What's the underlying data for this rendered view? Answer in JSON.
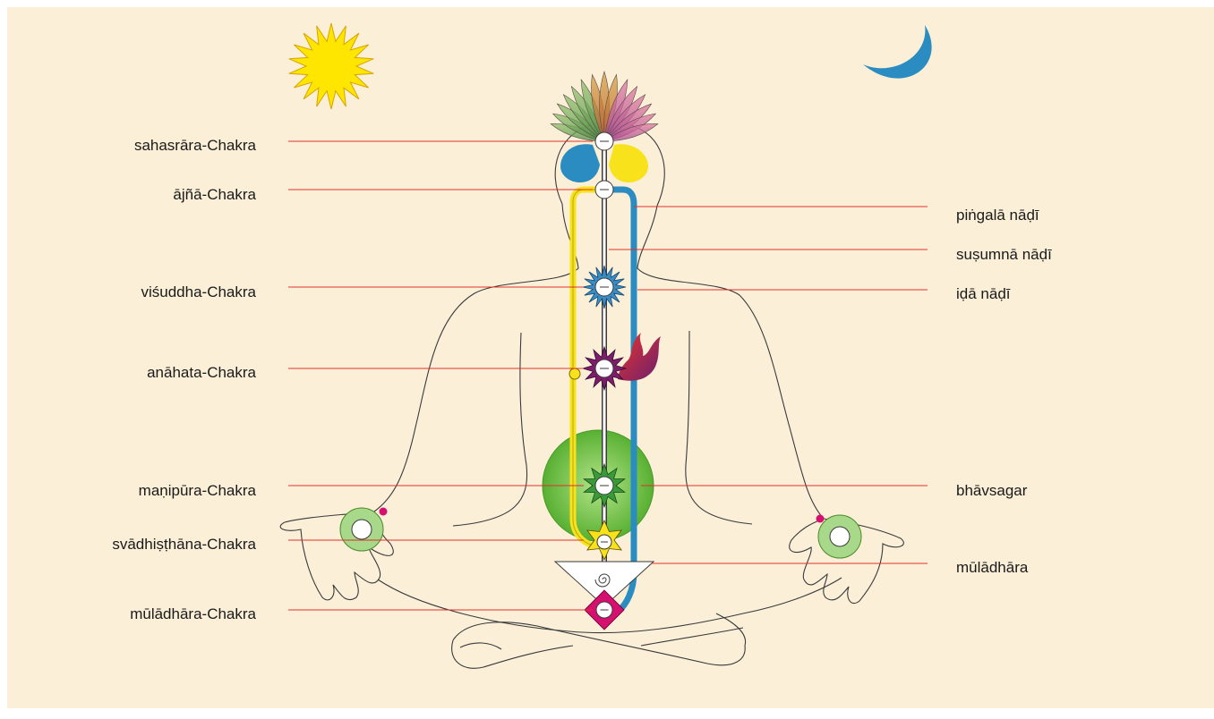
{
  "colors": {
    "background": "#fbefd8",
    "leader_line": "#e0302c",
    "pingala": "#f7e21c",
    "ida": "#2a8cc0",
    "sun": "#ffe600",
    "moon": "#2a8cc0",
    "bhavsagar": "#6cbf3f",
    "muladhara_square": "#d6106f",
    "anahata": "#7a1f68",
    "vishuddha": "#3a8cc4",
    "manipura": "#3a9a3a"
  },
  "icons": {
    "sun": "sun-icon",
    "moon": "crescent-moon-icon",
    "lotus": "thousand-petal-lotus-icon",
    "flame": "flame-icon"
  },
  "left_labels": [
    {
      "id": "sahasrara",
      "text": "sahasrāra-Chakra"
    },
    {
      "id": "ajna",
      "text": "ājñā-Chakra"
    },
    {
      "id": "vishuddha",
      "text": "viśuddha-Chakra"
    },
    {
      "id": "anahata",
      "text": "anāhata-Chakra"
    },
    {
      "id": "manipura",
      "text": "maṇipūra-Chakra"
    },
    {
      "id": "svadhisthana",
      "text": "svādhiṣṭhāna-Chakra"
    },
    {
      "id": "muladhara_chakra",
      "text": "mūlādhāra-Chakra"
    }
  ],
  "right_labels": [
    {
      "id": "pingala",
      "text": "piṅgalā nāḍī"
    },
    {
      "id": "sushumna",
      "text": "suṣumnā nāḍī"
    },
    {
      "id": "ida",
      "text": "iḍā nāḍī"
    },
    {
      "id": "bhavsagar",
      "text": "bhāvsagar"
    },
    {
      "id": "muladhara",
      "text": "mūlādhāra"
    }
  ]
}
